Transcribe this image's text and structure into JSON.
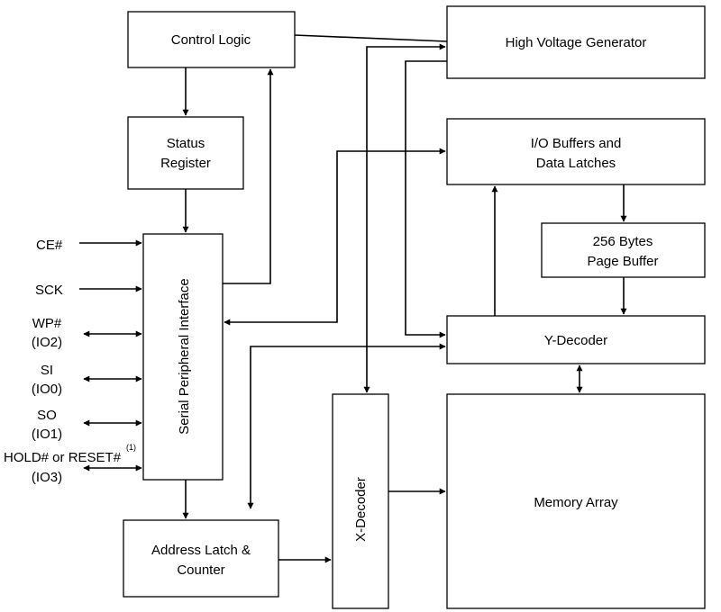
{
  "blocks": {
    "control_logic": "Control Logic",
    "status_register": [
      "Status",
      "Register"
    ],
    "high_voltage_generator": "High Voltage Generator",
    "io_buffers": [
      "I/O Buffers and",
      "Data Latches"
    ],
    "page_buffer": [
      "256 Bytes",
      "Page Buffer"
    ],
    "y_decoder": "Y-Decoder",
    "memory_array": "Memory Array",
    "x_decoder": "X-Decoder",
    "address_latch": [
      "Address Latch &",
      "Counter"
    ],
    "spi": "Serial Peripheral Interface"
  },
  "signals": {
    "ce": "CE#",
    "sck": "SCK",
    "wp": [
      "WP#",
      "(IO2)"
    ],
    "si": [
      "SI",
      "(IO0)"
    ],
    "so": [
      "SO",
      "(IO1)"
    ],
    "hold": [
      "HOLD# or RESET#",
      "(IO3)"
    ],
    "hold_note": "(1)"
  }
}
